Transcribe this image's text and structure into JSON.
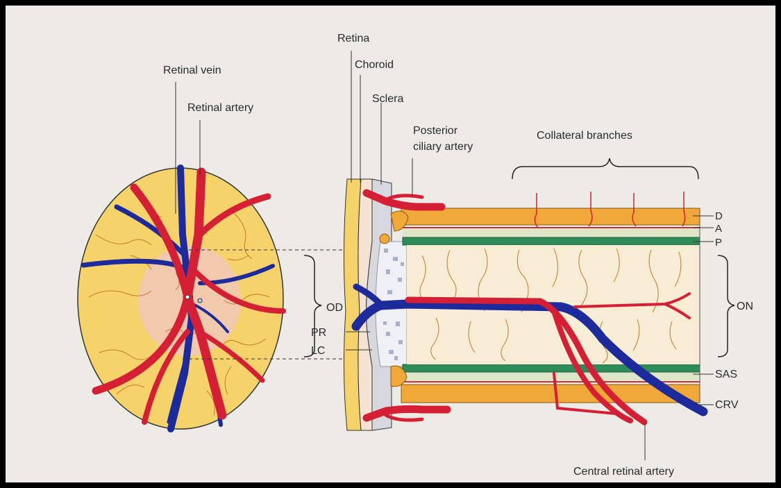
{
  "labels": {
    "retina": "Retina",
    "choroid": "Choroid",
    "sclera": "Sclera",
    "retinal_vein": "Retinal vein",
    "retinal_artery": "Retinal artery",
    "posterior_ciliary_artery_line1": "Posterior",
    "posterior_ciliary_artery_line2": "ciliary artery",
    "collateral_branches": "Collateral branches",
    "od": "OD",
    "pr": "PR",
    "lc": "LC",
    "d": "D",
    "a": "A",
    "p": "P",
    "on": "ON",
    "sas": "SAS",
    "crv": "CRV",
    "central_retinal_artery": "Central retinal artery"
  },
  "colors": {
    "artery": "#d51f35",
    "vein": "#1c2a9c",
    "dura": "#f0a838",
    "nerve_fill": "#f7ecd4",
    "pia": "#2e8b5a",
    "disc_fill": "#f6d36a",
    "capillary": "#c07a2a"
  }
}
